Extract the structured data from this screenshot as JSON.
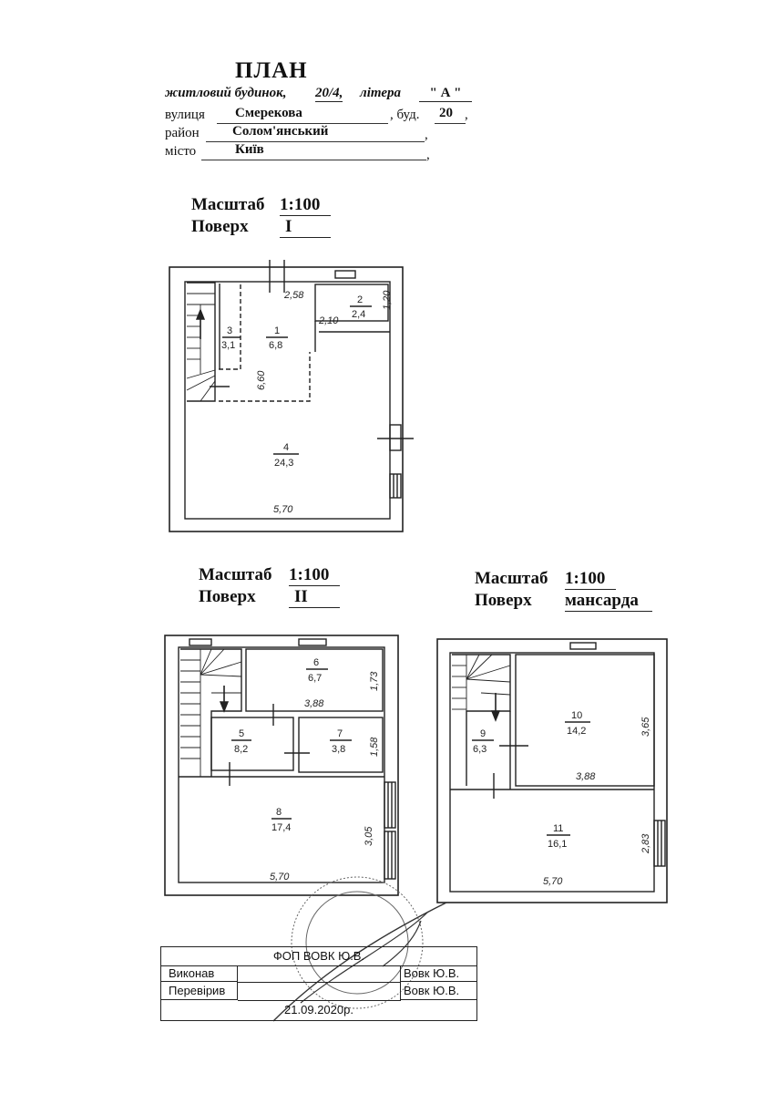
{
  "header": {
    "title": "ПЛАН",
    "subtitle_prefix": "житловий будинок,",
    "number": "20/4,",
    "litera_label": "літера",
    "litera_value": "\" А \"",
    "street_label": "вулиця",
    "street_value": "Смерекова",
    "bud_label": ", буд.",
    "bud_value": "20",
    "bud_suffix": ",",
    "district_label": "район",
    "district_value": "Солом'янський",
    "district_suffix": ",",
    "city_label": "місто",
    "city_value": "Київ",
    "city_suffix": ","
  },
  "floors": [
    {
      "scale_label": "Масштаб",
      "scale_value": "1:100",
      "floor_label": "Поверх",
      "floor_value": "I"
    },
    {
      "scale_label": "Масштаб",
      "scale_value": "1:100",
      "floor_label": "Поверх",
      "floor_value": "II"
    },
    {
      "scale_label": "Масштаб",
      "scale_value": "1:100",
      "floor_label": "Поверх",
      "floor_value": "мансарда"
    }
  ],
  "plan1": {
    "dims": [
      "2,58",
      "2,10",
      "1,20",
      "6,60",
      "5,70"
    ],
    "rooms": [
      {
        "num": "1",
        "area": "6,8"
      },
      {
        "num": "2",
        "area": "2,4"
      },
      {
        "num": "3",
        "area": "3,1"
      },
      {
        "num": "4",
        "area": "24,3"
      }
    ]
  },
  "plan2": {
    "dims": [
      "1,73",
      "3,88",
      "1,58",
      "3,05",
      "5,70"
    ],
    "rooms": [
      {
        "num": "5",
        "area": "8,2"
      },
      {
        "num": "6",
        "area": "6,7"
      },
      {
        "num": "7",
        "area": "3,8"
      },
      {
        "num": "8",
        "area": "17,4"
      }
    ]
  },
  "plan3": {
    "dims": [
      "3,65",
      "3,88",
      "2,83",
      "5,70"
    ],
    "rooms": [
      {
        "num": "9",
        "area": "6,3"
      },
      {
        "num": "10",
        "area": "14,2"
      },
      {
        "num": "11",
        "area": "16,1"
      }
    ]
  },
  "stamp": {
    "org": "ФОП ВОВК Ю.В.",
    "performed_label": "Виконав",
    "performed_name": "Вовк Ю.В.",
    "checked_label": "Перевірив",
    "checked_name": "Вовк Ю.В.",
    "date": "21.09.2020р."
  }
}
